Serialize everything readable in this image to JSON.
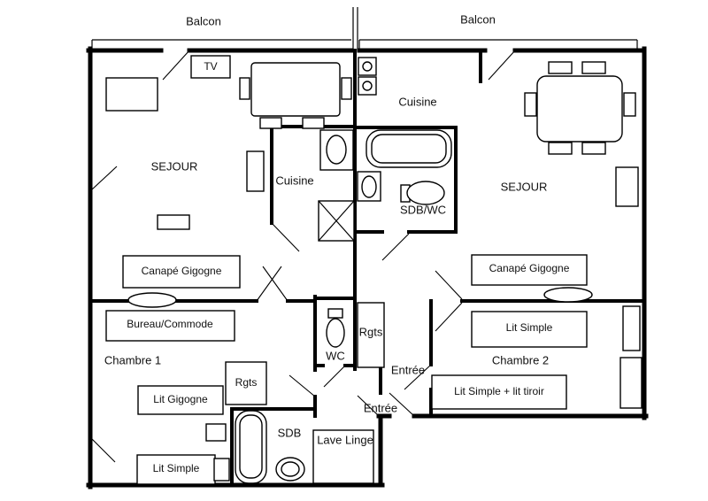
{
  "labels": {
    "balcon_left": "Balcon",
    "balcon_right": "Balcon",
    "tv": "TV",
    "sejour_left": "SEJOUR",
    "cuisine_left": "Cuisine",
    "cuisine_right": "Cuisine",
    "sdb_wc": "SDB/WC",
    "sejour_right": "SEJOUR",
    "canape_gigogne_left": "Canapé Gigogne",
    "canape_gigogne_right": "Canapé Gigogne",
    "bureau_commode": "Bureau/Commode",
    "lit_simple_chambre2": "Lit Simple",
    "chambre_1": "Chambre 1",
    "chambre_2": "Chambre 2",
    "rgts_chambre1": "Rgts",
    "rgts_hall": "Rgts",
    "wc": "WC",
    "entree_right": "Entrée",
    "lit_gigogne": "Lit Gigogne",
    "lit_simple_lit_tiroir": "Lit Simple + lit tiroir",
    "entree_left": "Entrée",
    "sdb": "SDB",
    "lave_linge": "Lave Linge",
    "lit_simple_chambre1": "Lit Simple"
  },
  "colors": {
    "wall": "#000000",
    "background": "#ffffff",
    "text": "#111111"
  }
}
